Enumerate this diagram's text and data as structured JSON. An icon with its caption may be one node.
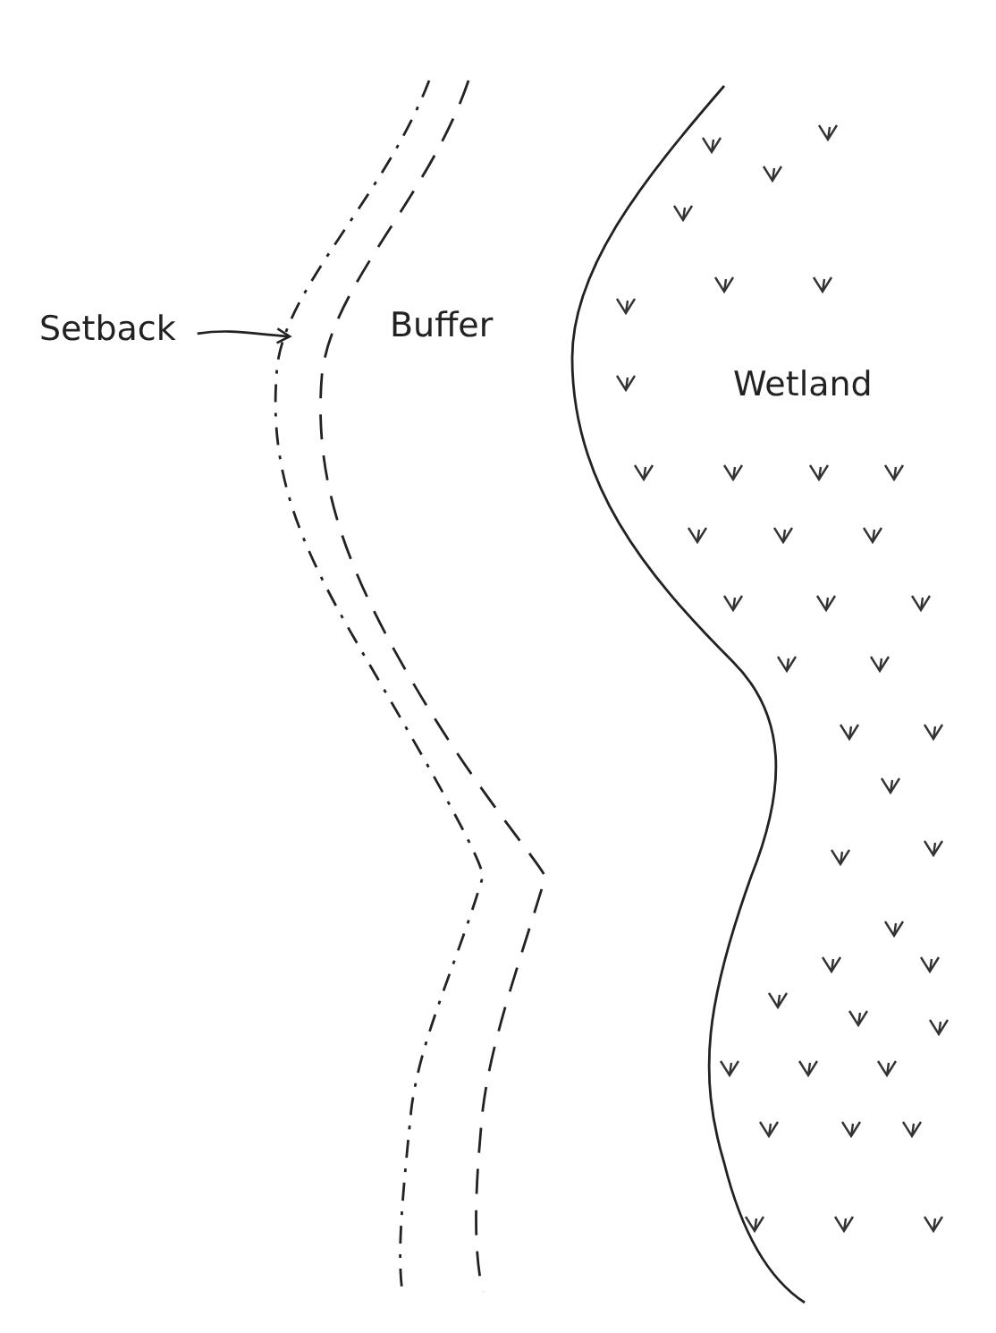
{
  "diagram": {
    "nodes": [
      {
        "text": [
          "Setback"
        ]
      },
      {
        "text": [],
        "shape": "line"
      }
    ],
    "edges": [
      {
        "from": 0,
        "to": 1,
        "arrow": "to"
      }
    ],
    "labels": [
      "Buffer",
      "Wetland"
    ]
  }
}
